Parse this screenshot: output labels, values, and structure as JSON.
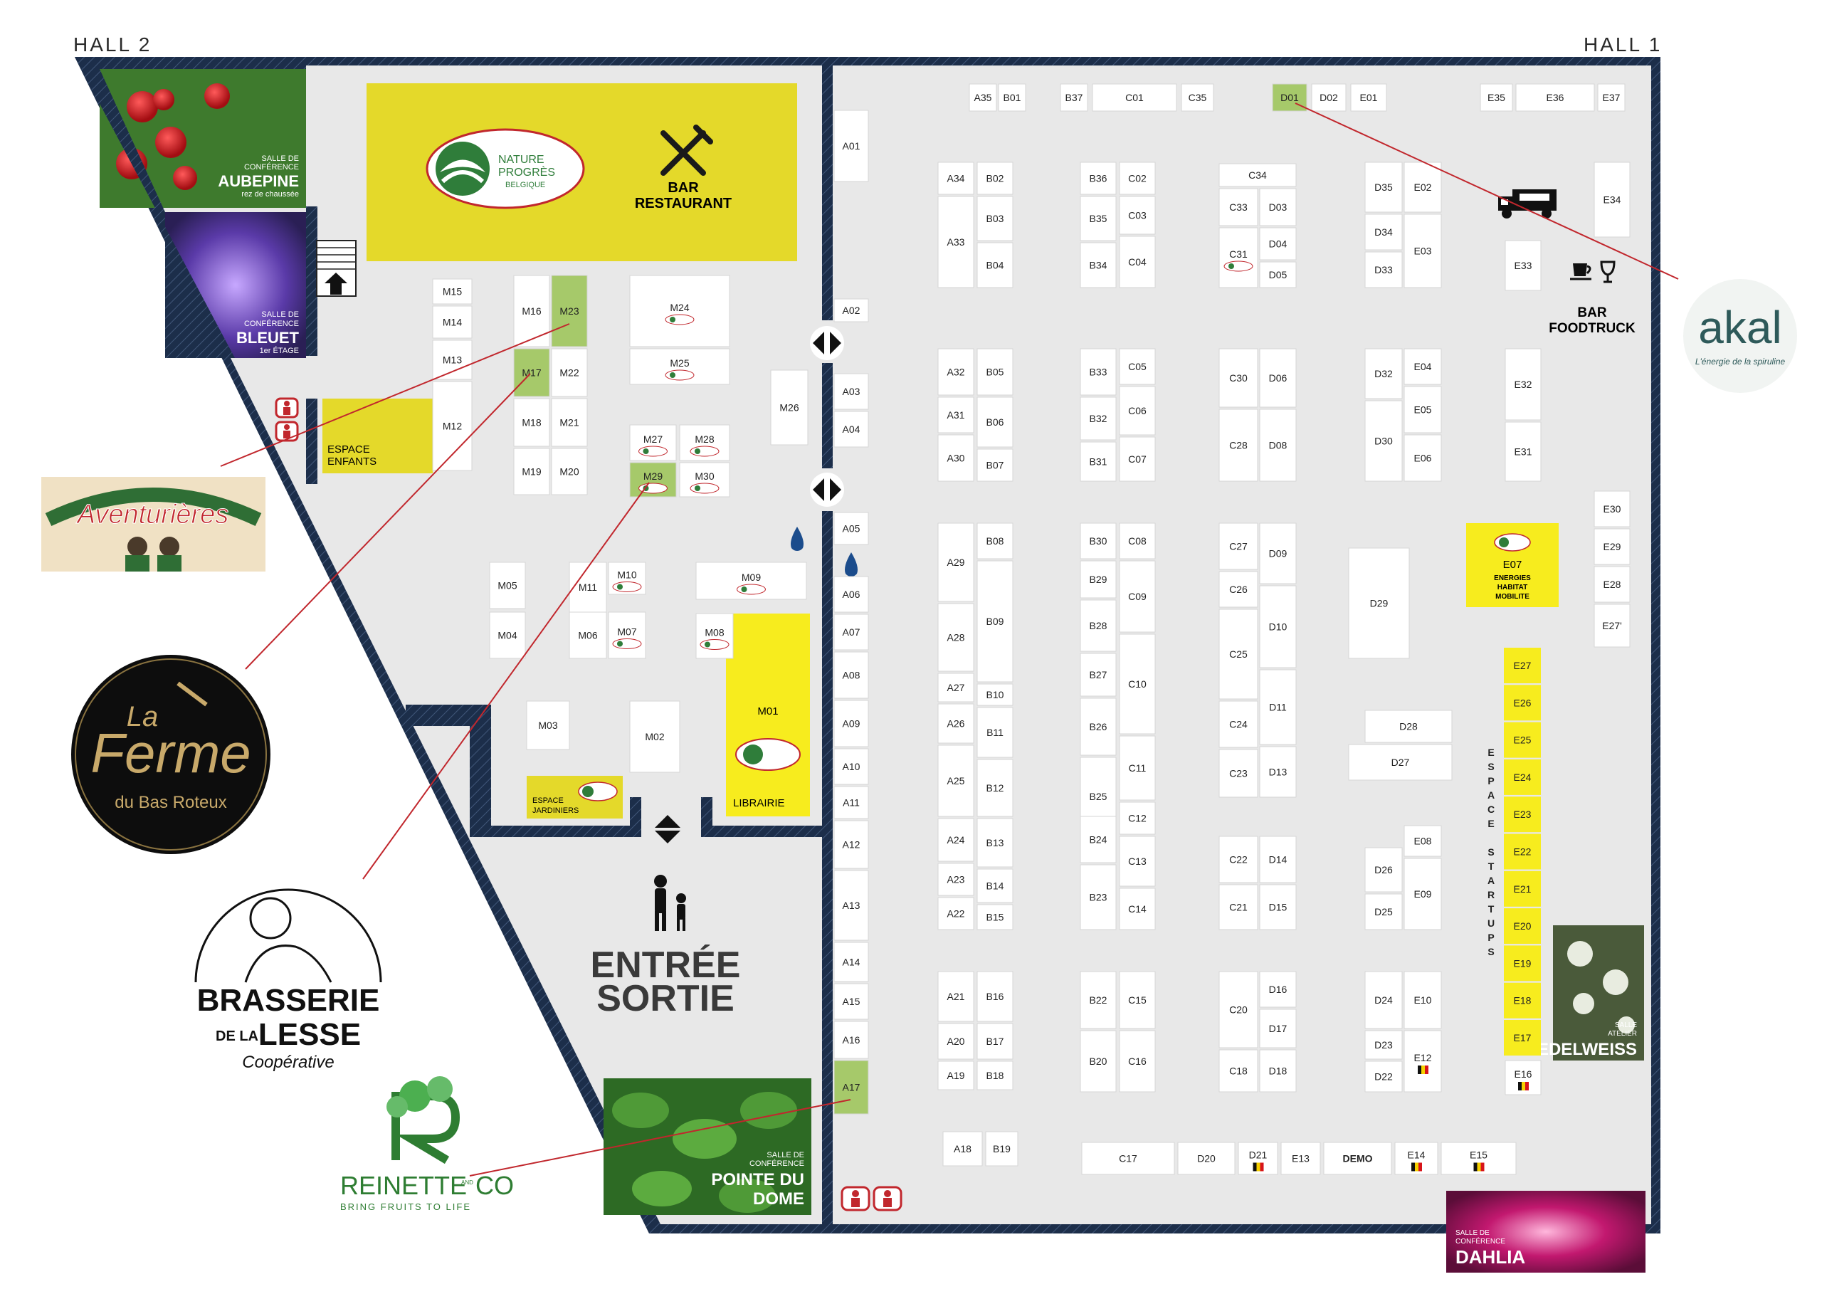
{
  "halls": {
    "hall1": "HALL 1",
    "hall2": "HALL 2"
  },
  "colors": {
    "wall": "#1c2e4a",
    "floor": "#e8e8e8",
    "stand": "#ffffff",
    "highlight": "#a6c96a",
    "yellow": "#f2e600",
    "brand_green": "#2f7d3a",
    "line": "#c1272d"
  },
  "rooms": {
    "aubepine": {
      "line1": "SALLE DE",
      "line2": "CONFÉRENCE",
      "name": "AUBEPINE",
      "sub": "rez de chaussée"
    },
    "bleuet": {
      "line1": "SALLE DE",
      "line2": "CONFÉRENCE",
      "name": "BLEUET",
      "sub": "1er ÉTAGE"
    },
    "pointe": {
      "line1": "SALLE DE",
      "line2": "CONFÉRENCE",
      "name1": "POINTE DU",
      "name2": "DOME"
    },
    "edelweiss": {
      "line1": "SALLE",
      "line2": "ATELIER",
      "name": "EDELWEISS"
    },
    "dahlia": {
      "line1": "SALLE DE",
      "line2": "CONFÉRENCE",
      "name": "DAHLIA"
    }
  },
  "areas": {
    "bar1": "BAR",
    "bar2": "RESTAURANT",
    "bar_food1": "BAR",
    "bar_food2": "FOODTRUCK",
    "espace_enfants1": "ESPACE",
    "espace_enfants2": "ENFANTS",
    "espace_jardiniers1": "ESPACE",
    "espace_jardiniers2": "JARDINIERS",
    "librairie": "LIBRAIRIE",
    "entree1": "ENTRÉE",
    "entree2": "SORTIE",
    "startups_letters": [
      "E",
      "S",
      "P",
      "A",
      "C",
      "E",
      "",
      "S",
      "T",
      "A",
      "R",
      "T",
      "U",
      "P",
      "S"
    ],
    "e07_name": "E07",
    "e07_l1": "ENERGIES",
    "e07_l2": "HABITAT",
    "e07_l3": "MOBILITE",
    "m01": "M01"
  },
  "np_logo": {
    "l1": "NATURE",
    "l2": "PROGRÈS",
    "l3": "BELGIQUE"
  },
  "stands": [
    [
      "A35",
      1362,
      118,
      38,
      38
    ],
    [
      "B01",
      1403,
      118,
      38,
      38
    ],
    [
      "B37",
      1490,
      118,
      38,
      38
    ],
    [
      "C01",
      1535,
      118,
      118,
      38
    ],
    [
      "C35",
      1660,
      118,
      45,
      38
    ],
    [
      "D01",
      1788,
      118,
      48,
      38
    ],
    [
      "D02",
      1843,
      118,
      48,
      38
    ],
    [
      "E01",
      1898,
      118,
      50,
      38
    ],
    [
      "E35",
      2080,
      118,
      45,
      38
    ],
    [
      "E36",
      2130,
      118,
      110,
      38
    ],
    [
      "E37",
      2245,
      118,
      38,
      38
    ],
    [
      "A01",
      1172,
      155,
      48,
      100
    ],
    [
      "A34",
      1318,
      228,
      50,
      45
    ],
    [
      "B02",
      1373,
      228,
      50,
      45
    ],
    [
      "A33",
      1318,
      276,
      50,
      128
    ],
    [
      "B03",
      1373,
      276,
      50,
      62
    ],
    [
      "B04",
      1373,
      341,
      50,
      63
    ],
    [
      "B36",
      1518,
      228,
      50,
      45
    ],
    [
      "C02",
      1573,
      228,
      50,
      45
    ],
    [
      "B35",
      1518,
      276,
      50,
      62
    ],
    [
      "C03",
      1573,
      276,
      50,
      53
    ],
    [
      "B34",
      1518,
      341,
      50,
      63
    ],
    [
      "C04",
      1573,
      332,
      50,
      72
    ],
    [
      "C34",
      1713,
      230,
      108,
      32
    ],
    [
      "C33",
      1713,
      265,
      54,
      52
    ],
    [
      "D03",
      1770,
      265,
      51,
      52
    ],
    [
      "D04",
      1770,
      320,
      51,
      45
    ],
    [
      "C31",
      1713,
      320,
      54,
      84
    ],
    [
      "D05",
      1770,
      368,
      51,
      36
    ],
    [
      "D35",
      1918,
      228,
      52,
      70
    ],
    [
      "E02",
      1973,
      228,
      52,
      70
    ],
    [
      "D34",
      1918,
      301,
      52,
      50
    ],
    [
      "E03",
      1973,
      301,
      52,
      103
    ],
    [
      "D33",
      1918,
      354,
      52,
      50
    ],
    [
      "E34",
      2240,
      228,
      50,
      105
    ],
    [
      "E33",
      2115,
      338,
      50,
      70
    ],
    [
      "A02",
      1172,
      420,
      48,
      32
    ],
    [
      "M15",
      608,
      392,
      55,
      35
    ],
    [
      "M14",
      608,
      430,
      55,
      45
    ],
    [
      "M13",
      608,
      478,
      55,
      55
    ],
    [
      "M12",
      608,
      536,
      55,
      125
    ],
    [
      "M16",
      722,
      387,
      50,
      100
    ],
    [
      "M23",
      775,
      387,
      50,
      100
    ],
    [
      "M17",
      722,
      490,
      50,
      67
    ],
    [
      "M22",
      775,
      490,
      50,
      67
    ],
    [
      "M18",
      722,
      560,
      50,
      67
    ],
    [
      "M21",
      775,
      560,
      50,
      67
    ],
    [
      "M19",
      722,
      630,
      50,
      65
    ],
    [
      "M20",
      775,
      630,
      50,
      65
    ],
    [
      "M24",
      885,
      387,
      140,
      100
    ],
    [
      "M25",
      885,
      490,
      140,
      50
    ],
    [
      "M26",
      1083,
      520,
      52,
      105
    ],
    [
      "A03",
      1172,
      525,
      48,
      50
    ],
    [
      "A04",
      1172,
      578,
      48,
      50
    ],
    [
      "M27",
      885,
      597,
      65,
      50
    ],
    [
      "M28",
      955,
      597,
      70,
      50
    ],
    [
      "M29",
      885,
      650,
      65,
      48
    ],
    [
      "M30",
      955,
      650,
      70,
      48
    ],
    [
      "A32",
      1318,
      490,
      50,
      65
    ],
    [
      "B05",
      1373,
      490,
      50,
      65
    ],
    [
      "A31",
      1318,
      558,
      50,
      50
    ],
    [
      "B06",
      1373,
      558,
      50,
      70
    ],
    [
      "A30",
      1318,
      611,
      50,
      65
    ],
    [
      "B07",
      1373,
      631,
      50,
      45
    ],
    [
      "B33",
      1518,
      490,
      50,
      65
    ],
    [
      "C05",
      1573,
      490,
      50,
      50
    ],
    [
      "B32",
      1518,
      558,
      50,
      60
    ],
    [
      "C06",
      1573,
      543,
      50,
      68
    ],
    [
      "B31",
      1518,
      621,
      50,
      55
    ],
    [
      "C07",
      1573,
      614,
      50,
      62
    ],
    [
      "C30",
      1713,
      490,
      54,
      82
    ],
    [
      "D06",
      1770,
      490,
      51,
      82
    ],
    [
      "C28",
      1713,
      575,
      54,
      101
    ],
    [
      "D08",
      1770,
      575,
      51,
      101
    ],
    [
      "D32",
      1918,
      490,
      52,
      70
    ],
    [
      "E04",
      1973,
      490,
      52,
      50
    ],
    [
      "D30",
      1918,
      563,
      52,
      113
    ],
    [
      "E05",
      1973,
      543,
      52,
      65
    ],
    [
      "E06",
      1973,
      611,
      52,
      65
    ],
    [
      "E32",
      2115,
      490,
      50,
      100
    ],
    [
      "E31",
      2115,
      593,
      50,
      83
    ],
    [
      "A05",
      1172,
      720,
      48,
      45
    ],
    [
      "A06",
      1172,
      810,
      48,
      50
    ],
    [
      "A07",
      1172,
      863,
      48,
      50
    ],
    [
      "A08",
      1172,
      916,
      48,
      65
    ],
    [
      "A09",
      1172,
      984,
      48,
      65
    ],
    [
      "A10",
      1172,
      1052,
      48,
      50
    ],
    [
      "A11",
      1172,
      1105,
      48,
      45
    ],
    [
      "A12",
      1172,
      1153,
      48,
      67
    ],
    [
      "A13",
      1172,
      1223,
      48,
      98
    ],
    [
      "A14",
      1172,
      1324,
      48,
      55
    ],
    [
      "A15",
      1172,
      1382,
      48,
      50
    ],
    [
      "A16",
      1172,
      1435,
      48,
      52
    ],
    [
      "A17",
      1172,
      1490,
      48,
      75
    ],
    [
      "M05",
      688,
      790,
      50,
      65
    ],
    [
      "M11",
      800,
      790,
      52,
      70
    ],
    [
      "M10",
      855,
      790,
      52,
      45
    ],
    [
      "M09",
      978,
      790,
      155,
      52
    ],
    [
      "M04",
      688,
      860,
      50,
      65
    ],
    [
      "M06",
      800,
      860,
      52,
      65
    ],
    [
      "M07",
      855,
      860,
      52,
      65
    ],
    [
      "M08",
      978,
      862,
      52,
      63
    ],
    [
      "M03",
      740,
      985,
      60,
      68
    ],
    [
      "M02",
      885,
      985,
      70,
      100
    ],
    [
      "A29",
      1318,
      735,
      50,
      110
    ],
    [
      "B08",
      1373,
      735,
      50,
      50
    ],
    [
      "B09",
      1373,
      788,
      50,
      170
    ],
    [
      "A28",
      1318,
      848,
      50,
      95
    ],
    [
      "A27",
      1318,
      946,
      50,
      40
    ],
    [
      "B10",
      1373,
      961,
      50,
      30
    ],
    [
      "A26",
      1318,
      989,
      50,
      55
    ],
    [
      "B11",
      1373,
      994,
      50,
      70
    ],
    [
      "A25",
      1318,
      1047,
      50,
      100
    ],
    [
      "B12",
      1373,
      1067,
      50,
      80
    ],
    [
      "A24",
      1318,
      1150,
      50,
      60
    ],
    [
      "B13",
      1373,
      1150,
      50,
      68
    ],
    [
      "A23",
      1318,
      1213,
      50,
      45
    ],
    [
      "B14",
      1373,
      1221,
      50,
      47
    ],
    [
      "A22",
      1318,
      1261,
      50,
      45
    ],
    [
      "B15",
      1373,
      1271,
      50,
      35
    ],
    [
      "B30",
      1518,
      735,
      50,
      50
    ],
    [
      "C08",
      1573,
      735,
      50,
      50
    ],
    [
      "B29",
      1518,
      788,
      50,
      52
    ],
    [
      "C09",
      1573,
      788,
      50,
      100
    ],
    [
      "B28",
      1518,
      843,
      50,
      72
    ],
    [
      "C10",
      1573,
      891,
      50,
      140
    ],
    [
      "B27",
      1518,
      918,
      50,
      60
    ],
    [
      "B26",
      1518,
      981,
      50,
      80
    ],
    [
      "C11",
      1573,
      1034,
      50,
      90
    ],
    [
      "B25",
      1518,
      1064,
      50,
      110
    ],
    [
      "C12",
      1573,
      1127,
      50,
      45
    ],
    [
      "B24",
      1518,
      1147,
      50,
      65
    ],
    [
      "C13",
      1573,
      1175,
      50,
      70
    ],
    [
      "B23",
      1518,
      1215,
      50,
      91
    ],
    [
      "C14",
      1573,
      1248,
      50,
      58
    ],
    [
      "C27",
      1713,
      735,
      54,
      65
    ],
    [
      "D09",
      1770,
      735,
      51,
      85
    ],
    [
      "C26",
      1713,
      803,
      54,
      50
    ],
    [
      "D10",
      1770,
      823,
      51,
      115
    ],
    [
      "C25",
      1713,
      856,
      54,
      126
    ],
    [
      "D11",
      1770,
      941,
      51,
      105
    ],
    [
      "C24",
      1713,
      985,
      54,
      65
    ],
    [
      "C23",
      1713,
      1053,
      54,
      67
    ],
    [
      "D13",
      1770,
      1049,
      51,
      71
    ],
    [
      "D29",
      1895,
      770,
      85,
      155
    ],
    [
      "E07",
      2060,
      735,
      130,
      118
    ],
    [
      "E30",
      2240,
      690,
      50,
      50
    ],
    [
      "E29",
      2240,
      743,
      50,
      50
    ],
    [
      "E28",
      2240,
      796,
      50,
      50
    ],
    [
      "E27'",
      2240,
      849,
      50,
      60
    ],
    [
      "D28",
      1918,
      998,
      122,
      45
    ],
    [
      "D27",
      1895,
      1046,
      145,
      50
    ],
    [
      "C22",
      1713,
      1175,
      54,
      65
    ],
    [
      "D14",
      1770,
      1175,
      51,
      65
    ],
    [
      "C21",
      1713,
      1243,
      54,
      63
    ],
    [
      "D15",
      1770,
      1243,
      51,
      63
    ],
    [
      "E08",
      1973,
      1160,
      52,
      43
    ],
    [
      "D26",
      1918,
      1191,
      52,
      62
    ],
    [
      "E09",
      1973,
      1206,
      52,
      100
    ],
    [
      "D25",
      1918,
      1256,
      52,
      50
    ],
    [
      "A21",
      1318,
      1365,
      50,
      70
    ],
    [
      "B16",
      1373,
      1365,
      50,
      70
    ],
    [
      "A20",
      1318,
      1438,
      50,
      50
    ],
    [
      "B17",
      1373,
      1438,
      50,
      50
    ],
    [
      "A19",
      1318,
      1491,
      50,
      40
    ],
    [
      "B18",
      1373,
      1491,
      50,
      40
    ],
    [
      "B22",
      1518,
      1365,
      50,
      80
    ],
    [
      "C15",
      1573,
      1365,
      50,
      80
    ],
    [
      "B20",
      1518,
      1448,
      50,
      86
    ],
    [
      "C16",
      1573,
      1448,
      50,
      86
    ],
    [
      "C20",
      1713,
      1365,
      54,
      107
    ],
    [
      "D16",
      1770,
      1365,
      51,
      50
    ],
    [
      "D17",
      1770,
      1418,
      51,
      54
    ],
    [
      "C18",
      1713,
      1475,
      54,
      59
    ],
    [
      "D18",
      1770,
      1475,
      51,
      59
    ],
    [
      "D24",
      1918,
      1365,
      52,
      80
    ],
    [
      "E10",
      1973,
      1365,
      52,
      80
    ],
    [
      "D23",
      1918,
      1448,
      52,
      40
    ],
    [
      "E12",
      1973,
      1448,
      52,
      86
    ],
    [
      "D22",
      1918,
      1491,
      52,
      43
    ],
    [
      "E16",
      2115,
      1490,
      50,
      48
    ],
    [
      "A18",
      1325,
      1590,
      55,
      48
    ],
    [
      "B19",
      1385,
      1590,
      45,
      48
    ],
    [
      "C17",
      1520,
      1605,
      130,
      45
    ],
    [
      "D20",
      1655,
      1605,
      80,
      45
    ],
    [
      "D21",
      1740,
      1605,
      55,
      45
    ],
    [
      "E13",
      1800,
      1605,
      55,
      45
    ],
    [
      "DEMO",
      1860,
      1605,
      95,
      45
    ],
    [
      "E14",
      1960,
      1605,
      60,
      45
    ],
    [
      "E15",
      2025,
      1605,
      105,
      45
    ]
  ],
  "highlighted": [
    "D01",
    "M23",
    "M17",
    "M29",
    "A17"
  ],
  "np_mini": [
    "C31",
    "M24",
    "M25",
    "M27",
    "M28",
    "M29",
    "M30",
    "M10",
    "M07",
    "M09",
    "M08"
  ],
  "flag_stands": [
    "E12",
    "E14",
    "E15",
    "E16",
    "D21"
  ],
  "startups": [
    "E27",
    "E26",
    "E25",
    "E24",
    "E23",
    "E22",
    "E21",
    "E20",
    "E19",
    "E18",
    "E17"
  ],
  "exhibitors": {
    "akal": {
      "name": "akal",
      "tagline": "L'énergie de la spiruline"
    },
    "aventurieres": {
      "name": "Aventurières"
    },
    "ferme": {
      "la": "La",
      "name": "Ferme",
      "sub": "du Bas Roteux"
    },
    "brasserie": {
      "l1": "BRASSERIE",
      "l2a": "DE LA",
      "l2b": "LESSE",
      "l3": "Coopérative"
    },
    "reinette": {
      "name": "REINETTE",
      "and": "AND",
      "co": "CO",
      "tag": "BRING FRUITS TO LIFE"
    }
  }
}
